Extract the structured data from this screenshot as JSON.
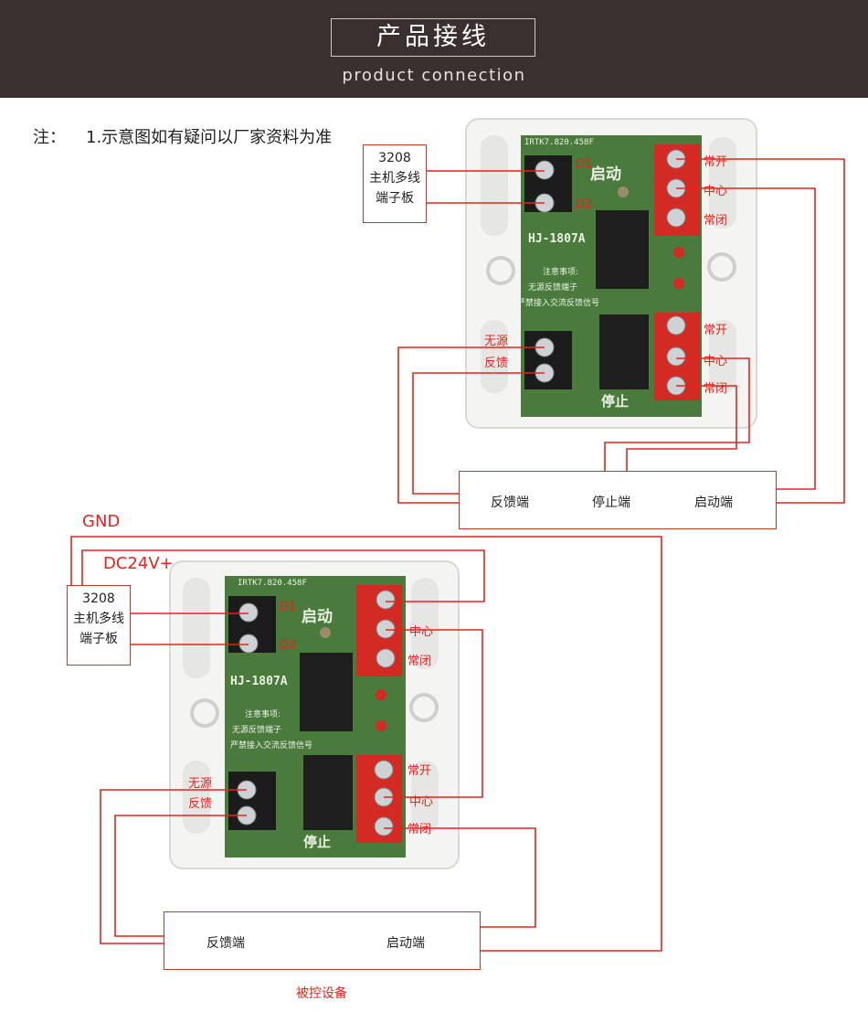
{
  "header": {
    "title": "产品接线",
    "subtitle": "product connection"
  },
  "note": {
    "label": "注：",
    "text": "1.示意图如有疑问以厂家资料为准"
  },
  "module": {
    "model": "HJ-1807A",
    "serial": "IRTK7.820.458F",
    "start_label": "启动",
    "stop_label": "停止",
    "notice_title": "注意事项:",
    "notice_line1": "无源反馈端子",
    "notice_line2": "严禁接入交流反馈信号"
  },
  "terminals": {
    "d1": "D1",
    "d2": "D2",
    "no": "常开",
    "com": "中心",
    "nc": "常闭",
    "passive_line1": "无源",
    "passive_line2": "反馈"
  },
  "host_board": {
    "line1": "3208",
    "line2": "主机多线",
    "line3": "端子板"
  },
  "diagram1": {
    "device": {
      "feedback": "反馈端",
      "stop": "停止端",
      "start": "启动端"
    }
  },
  "diagram2": {
    "gnd": "GND",
    "dc24": "DC24V+",
    "device": {
      "feedback": "反馈端",
      "start": "启动端"
    },
    "caption": "被控设备"
  },
  "colors": {
    "header_bg": "#3a302f",
    "wire": "#e8221d",
    "pcb": "#4b7a3d",
    "terminal_red": "#d42a24"
  }
}
